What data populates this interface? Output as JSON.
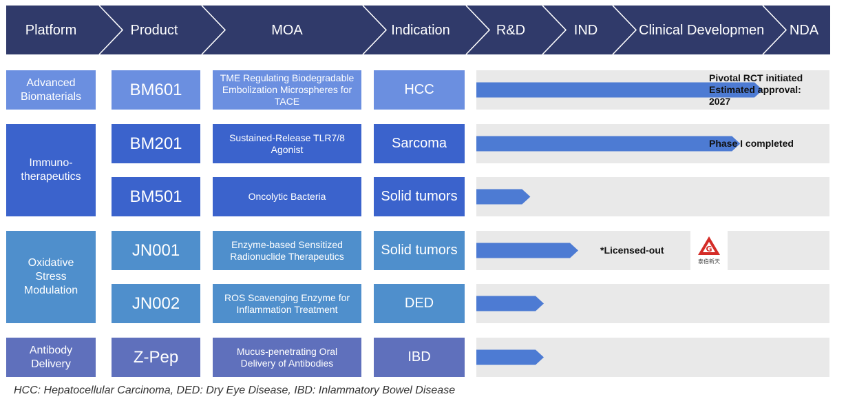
{
  "colors": {
    "header": "#303a6a",
    "advanced": "#6b8fe0",
    "immuno": "#3b63cc",
    "oxidative": "#4f8fcc",
    "antibody": "#5f70bc",
    "arrow": "#4d7bd3",
    "track": "#e9e9e9"
  },
  "header": {
    "stages": [
      "Platform",
      "Product",
      "MOA",
      "Indication",
      "R&D",
      "IND",
      "Clinical Developmen",
      "NDA"
    ]
  },
  "platforms": [
    {
      "label": "Advanced\nBiomaterials"
    },
    {
      "label": "Immuno-\ntherapeutics"
    },
    {
      "label": "Oxidative\nStress\nModulation"
    },
    {
      "label": "Antibody\nDelivery"
    }
  ],
  "pipeline": [
    {
      "product": "BM601",
      "moa": "TME Regulating Biodegradable Embolization Microspheres for TACE",
      "indication": "HCC",
      "progress_stage": 3.0,
      "status": "Pivotal RCT initiated\nEstimated approval:\n2027"
    },
    {
      "product": "BM201",
      "moa": "Sustained-Release TLR7/8 Agonist",
      "indication": "Sarcoma",
      "progress_stage": 2.85,
      "status": "Phase I completed"
    },
    {
      "product": "BM501",
      "moa": "Oncolytic Bacteria",
      "indication": "Solid tumors",
      "progress_stage": 0.8,
      "status": ""
    },
    {
      "product": "JN001",
      "moa": "Enzyme-based Sensitized Radionuclide Therapeutics",
      "indication": "Solid tumors",
      "progress_stage": 1.5,
      "status": "*Licensed-out",
      "partner_logo": "taibo-xintian-logo",
      "partner_name": "泰伯新天"
    },
    {
      "product": "JN002",
      "moa": "ROS Scavenging Enzyme for Inflammation Treatment",
      "indication": "DED",
      "progress_stage": 1.0,
      "status": ""
    },
    {
      "product": "Z-Pep",
      "moa": "Mucus-penetrating Oral Delivery of Antibodies",
      "indication": "IBD",
      "progress_stage": 1.0,
      "status": ""
    }
  ],
  "footnote": "HCC: Hepatocellular Carcinoma, DED: Dry Eye Disease,  IBD: Inlammatory Bowel Disease"
}
